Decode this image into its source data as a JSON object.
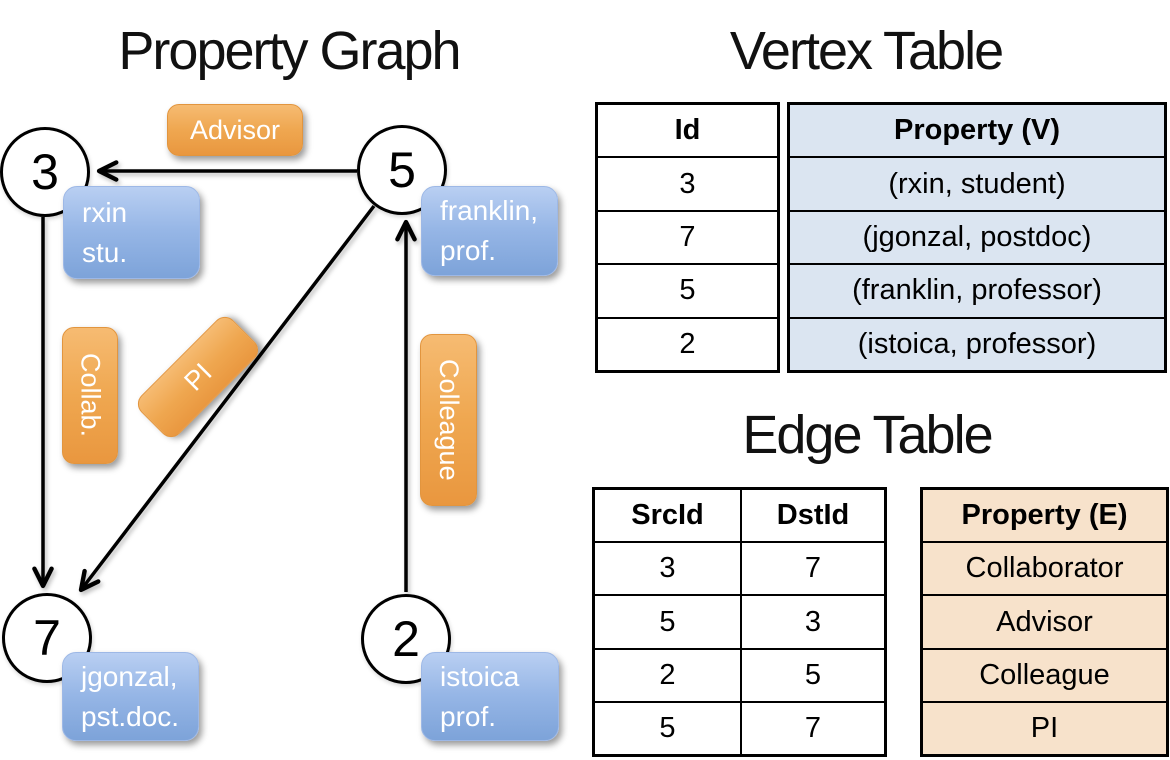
{
  "graph": {
    "title": "Property Graph",
    "nodes": [
      {
        "id": "3",
        "property": [
          "rxin",
          "stu."
        ]
      },
      {
        "id": "5",
        "property": [
          "franklin,",
          "prof."
        ]
      },
      {
        "id": "7",
        "property": [
          "jgonzal,",
          "pst.doc."
        ]
      },
      {
        "id": "2",
        "property": [
          "istoica",
          "prof."
        ]
      }
    ],
    "edge_labels": {
      "advisor": "Advisor",
      "collab": "Collab.",
      "pi": "PI",
      "colleague": "Colleague"
    }
  },
  "vertex_table": {
    "title": "Vertex Table",
    "columns": {
      "id": "Id",
      "property": "Property (V)"
    },
    "rows": [
      {
        "id": "3",
        "property": "(rxin, student)"
      },
      {
        "id": "7",
        "property": "(jgonzal, postdoc)"
      },
      {
        "id": "5",
        "property": "(franklin, professor)"
      },
      {
        "id": "2",
        "property": "(istoica, professor)"
      }
    ]
  },
  "edge_table": {
    "title": "Edge Table",
    "columns": {
      "src": "SrcId",
      "dst": "DstId",
      "property": "Property (E)"
    },
    "rows": [
      {
        "src": "3",
        "dst": "7",
        "property": "Collaborator"
      },
      {
        "src": "5",
        "dst": "3",
        "property": "Advisor"
      },
      {
        "src": "2",
        "dst": "5",
        "property": "Colleague"
      },
      {
        "src": "5",
        "dst": "7",
        "property": "PI"
      }
    ]
  },
  "colors": {
    "edge_label_orange": "#EFA750",
    "vertex_property_blue": "#96B6E6",
    "vertex_table_cell_blue": "#DBE5F1",
    "edge_table_cell_tan": "#F7E2CB",
    "line_black": "#000000"
  }
}
